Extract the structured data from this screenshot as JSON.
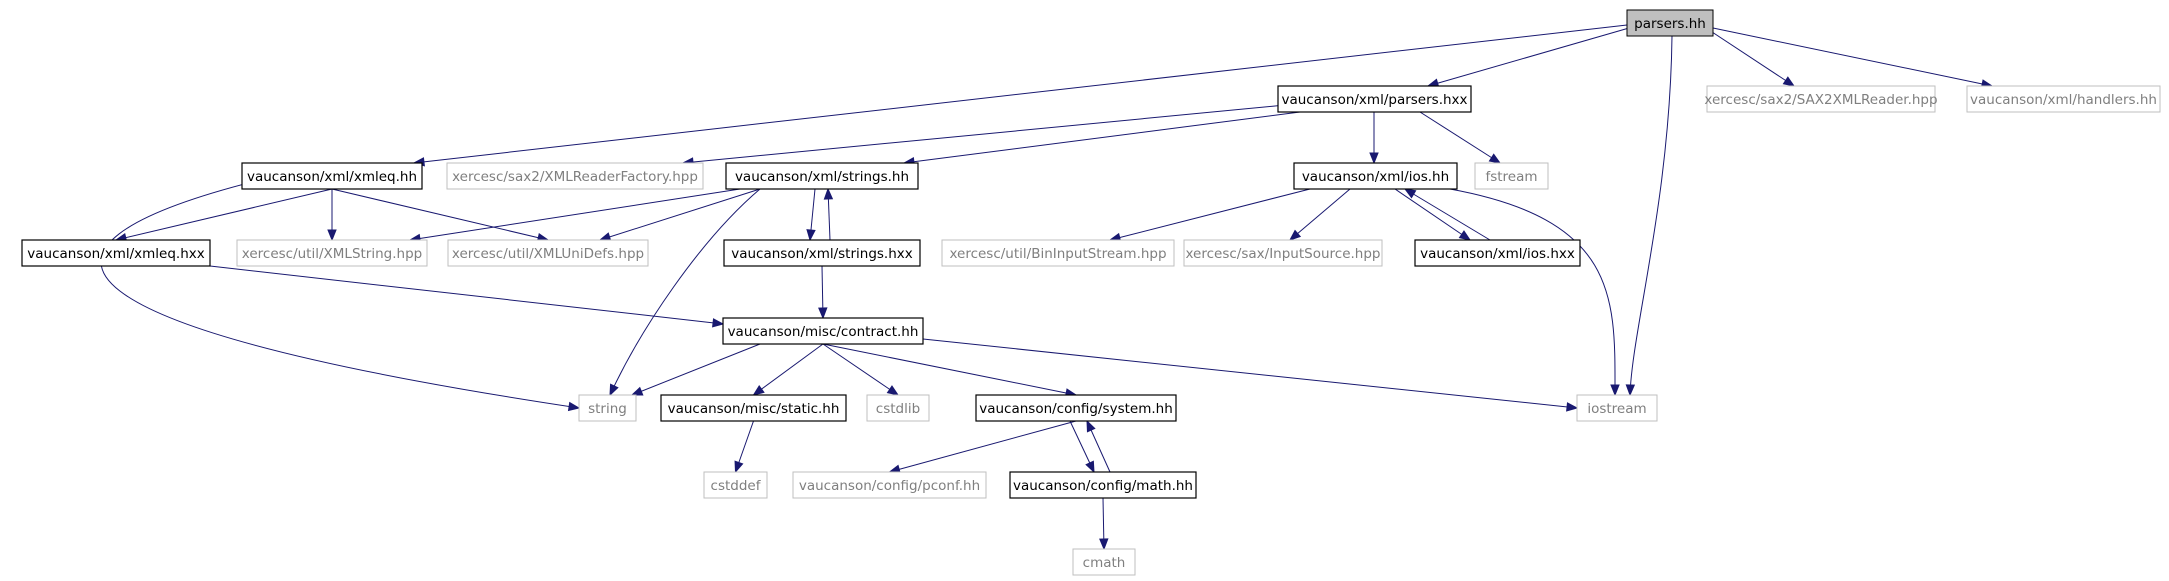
{
  "nodes": [
    {
      "id": "parsers_hh",
      "label": "parsers.hh",
      "kind": "root"
    },
    {
      "id": "parsers_hxx",
      "label": "vaucanson/xml/parsers.hxx",
      "kind": "project"
    },
    {
      "id": "sax2xmlreader",
      "label": "xercesc/sax2/SAX2XMLReader.hpp",
      "kind": "external"
    },
    {
      "id": "handlers_hh",
      "label": "vaucanson/xml/handlers.hh",
      "kind": "external"
    },
    {
      "id": "xmleq_hh",
      "label": "vaucanson/xml/xmleq.hh",
      "kind": "project"
    },
    {
      "id": "xmlreaderfactory",
      "label": "xercesc/sax2/XMLReaderFactory.hpp",
      "kind": "external"
    },
    {
      "id": "strings_hh",
      "label": "vaucanson/xml/strings.hh",
      "kind": "project"
    },
    {
      "id": "ios_hh",
      "label": "vaucanson/xml/ios.hh",
      "kind": "project"
    },
    {
      "id": "fstream",
      "label": "fstream",
      "kind": "external"
    },
    {
      "id": "xmleq_hxx",
      "label": "vaucanson/xml/xmleq.hxx",
      "kind": "project"
    },
    {
      "id": "xmlstring",
      "label": "xercesc/util/XMLString.hpp",
      "kind": "external"
    },
    {
      "id": "xmlunidefs",
      "label": "xercesc/util/XMLUniDefs.hpp",
      "kind": "external"
    },
    {
      "id": "strings_hxx",
      "label": "vaucanson/xml/strings.hxx",
      "kind": "project"
    },
    {
      "id": "bininputstream",
      "label": "xercesc/util/BinInputStream.hpp",
      "kind": "external"
    },
    {
      "id": "inputsource",
      "label": "xercesc/sax/InputSource.hpp",
      "kind": "external"
    },
    {
      "id": "ios_hxx",
      "label": "vaucanson/xml/ios.hxx",
      "kind": "project"
    },
    {
      "id": "contract_hh",
      "label": "vaucanson/misc/contract.hh",
      "kind": "project"
    },
    {
      "id": "string",
      "label": "string",
      "kind": "external"
    },
    {
      "id": "static_hh",
      "label": "vaucanson/misc/static.hh",
      "kind": "project"
    },
    {
      "id": "cstdlib",
      "label": "cstdlib",
      "kind": "external"
    },
    {
      "id": "system_hh",
      "label": "vaucanson/config/system.hh",
      "kind": "project"
    },
    {
      "id": "iostream",
      "label": "iostream",
      "kind": "external"
    },
    {
      "id": "cstddef",
      "label": "cstddef",
      "kind": "external"
    },
    {
      "id": "pconf_hh",
      "label": "vaucanson/config/pconf.hh",
      "kind": "external"
    },
    {
      "id": "math_hh",
      "label": "vaucanson/config/math.hh",
      "kind": "project"
    },
    {
      "id": "cmath",
      "label": "cmath",
      "kind": "external"
    }
  ],
  "edges": [
    {
      "from": "parsers_hh",
      "to": "parsers_hxx"
    },
    {
      "from": "parsers_hh",
      "to": "sax2xmlreader"
    },
    {
      "from": "parsers_hh",
      "to": "handlers_hh"
    },
    {
      "from": "parsers_hh",
      "to": "xmleq_hh"
    },
    {
      "from": "parsers_hh",
      "to": "iostream"
    },
    {
      "from": "parsers_hxx",
      "to": "xmlreaderfactory"
    },
    {
      "from": "parsers_hxx",
      "to": "strings_hh"
    },
    {
      "from": "parsers_hxx",
      "to": "ios_hh"
    },
    {
      "from": "parsers_hxx",
      "to": "fstream"
    },
    {
      "from": "xmleq_hh",
      "to": "xmleq_hxx"
    },
    {
      "from": "xmleq_hh",
      "to": "xmlstring"
    },
    {
      "from": "xmleq_hh",
      "to": "xmlunidefs"
    },
    {
      "from": "xmleq_hh",
      "to": "string"
    },
    {
      "from": "strings_hh",
      "to": "xmlstring"
    },
    {
      "from": "strings_hh",
      "to": "xmlunidefs"
    },
    {
      "from": "strings_hh",
      "to": "strings_hxx"
    },
    {
      "from": "strings_hh",
      "to": "string"
    },
    {
      "from": "strings_hxx",
      "to": "strings_hh"
    },
    {
      "from": "strings_hxx",
      "to": "contract_hh"
    },
    {
      "from": "ios_hh",
      "to": "bininputstream"
    },
    {
      "from": "ios_hh",
      "to": "inputsource"
    },
    {
      "from": "ios_hh",
      "to": "ios_hxx"
    },
    {
      "from": "ios_hh",
      "to": "iostream"
    },
    {
      "from": "ios_hxx",
      "to": "ios_hh"
    },
    {
      "from": "xmleq_hxx",
      "to": "contract_hh"
    },
    {
      "from": "contract_hh",
      "to": "string"
    },
    {
      "from": "contract_hh",
      "to": "static_hh"
    },
    {
      "from": "contract_hh",
      "to": "cstdlib"
    },
    {
      "from": "contract_hh",
      "to": "system_hh"
    },
    {
      "from": "contract_hh",
      "to": "iostream"
    },
    {
      "from": "static_hh",
      "to": "cstddef"
    },
    {
      "from": "system_hh",
      "to": "pconf_hh"
    },
    {
      "from": "system_hh",
      "to": "math_hh"
    },
    {
      "from": "math_hh",
      "to": "system_hh"
    },
    {
      "from": "math_hh",
      "to": "cmath"
    }
  ],
  "colors": {
    "edge": "#191970",
    "root_fill": "#bfbfbf",
    "project_border": "#000000",
    "external_border": "#bfbfbf",
    "external_text": "#7f7f7f"
  }
}
